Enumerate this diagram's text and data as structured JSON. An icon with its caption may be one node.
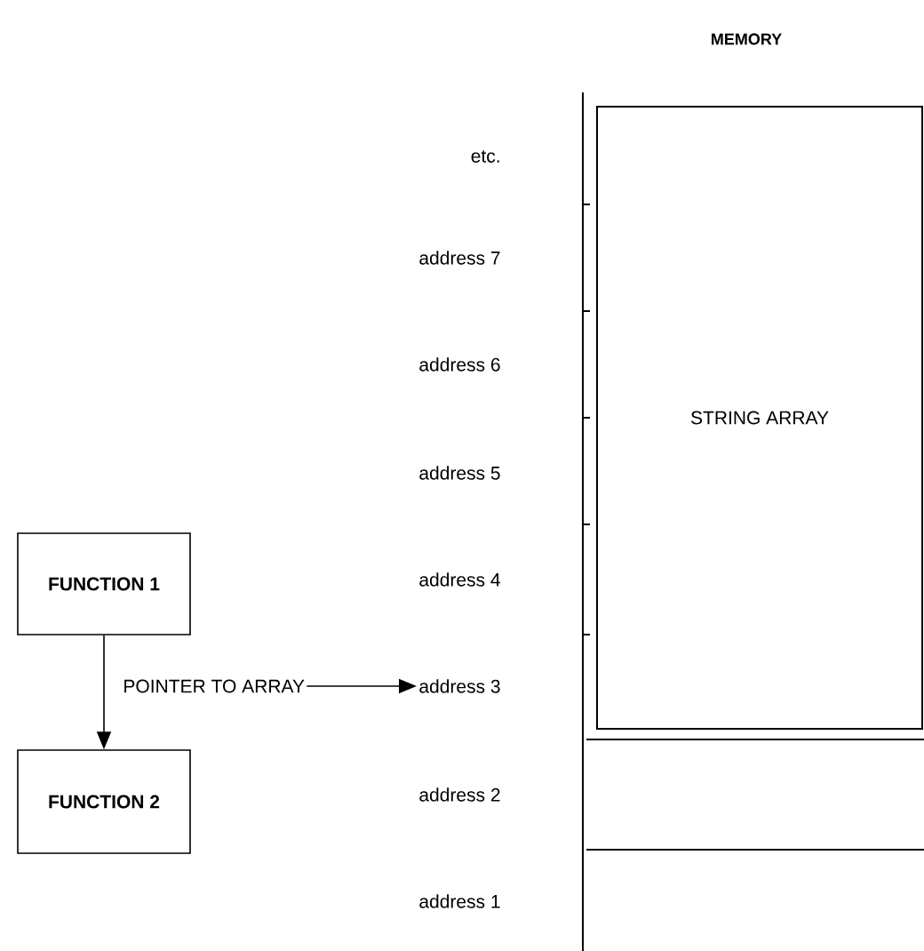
{
  "diagram": {
    "nodes": [
      {
        "text": [
          "FUNCTION 1"
        ]
      },
      {
        "text": [
          "FUNCTION 2"
        ]
      },
      {
        "text": [
          "POINTER TO ARRAY"
        ]
      },
      {
        "text": [
          "address 3"
        ]
      },
      {
        "text": [
          "STRING ARRAY"
        ]
      }
    ],
    "edges": [
      {
        "from": 0,
        "to": 1,
        "arrow": "to"
      },
      {
        "from": 2,
        "to": 3,
        "arrow": "to"
      }
    ],
    "labels": [
      "MEMORY",
      "etc.",
      "address 7",
      "address 6",
      "address 5",
      "address 4",
      "address 2",
      "address 1"
    ]
  }
}
